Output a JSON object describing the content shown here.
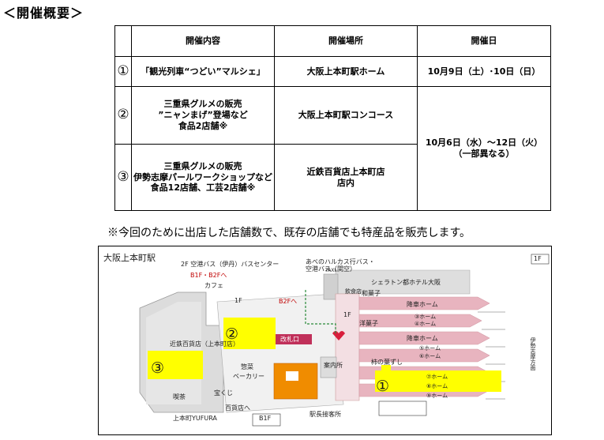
{
  "heading": "＜開催概要＞",
  "table": {
    "headers": [
      "開催内容",
      "開催場所",
      "開催日"
    ],
    "rows": [
      {
        "no": "①",
        "content": [
          "「観光列車“つどい”マルシェ」"
        ],
        "place": "大阪上本町駅ホーム",
        "date": "10月9日（土）･10日（日）"
      },
      {
        "no": "②",
        "content": [
          "三重県グルメの販売",
          "”ニャンまげ”登場など",
          "食品2店舗※"
        ],
        "place": "大阪上本町駅コンコース"
      },
      {
        "no": "③",
        "content": [
          "三重県グルメの販売",
          "伊勢志摩パールワークショップなど",
          "食品12店舗、工芸2店舗※"
        ],
        "place": [
          "近鉄百貨店上本町店",
          "店内"
        ]
      }
    ],
    "shared_date": [
      "10月6日（水）～12日（火）",
      "（一部異なる）"
    ]
  },
  "note": "※今回のために出店した店舗数で、既存の店舗でも特産品を販売します。",
  "map": {
    "title": "大阪上本町駅",
    "floor": "1F",
    "labels": {
      "bus_center": "2F 空港バス（伊丹）バスセンター",
      "harukas_bus": "あべのハルカス行バス・",
      "airport_bus": "空港バス（関空）",
      "b1f_b2f": "B1F・B2Fへ",
      "b2f": "B2Fへ",
      "cafe": "カフェ",
      "floor_left": "1F",
      "floor_mid": "1F",
      "taxi": "TAXI",
      "hotel": "シェラトン都ホテル大阪",
      "wagashi": "和菓子",
      "youwagashi": "洋菓子",
      "platform_boarding": "降車ホーム",
      "platform_alight": "降車ホーム",
      "home3": "③ホーム",
      "home4": "④ホーム",
      "home5": "⑤ホーム",
      "home6": "⑥ホーム",
      "home7": "⑦ホーム",
      "home8": "⑧ホーム",
      "home9": "⑨ホーム",
      "kakinoha": "柿の葉ずし",
      "gate": "改札口",
      "dept_store": "近鉄百貨店（上本町店）",
      "sozai": "惣菜",
      "bakery": "ベーカリー",
      "kissa": "喫茶",
      "takarakuji": "宝くじ",
      "to_dept": "百貨店へ",
      "yufura": "上本町YUFURA",
      "info": "案内所",
      "travel": "駅長接客所",
      "b1f_bottom": "B1F",
      "ise_shima": "伊勢志摩方面",
      "kitchen": "飲食店",
      "circle1": "①",
      "circle2": "②",
      "circle3": "③"
    },
    "colors": {
      "highlight": "#ffff00",
      "platform": "#e8b4bf",
      "concourse": "#f0e0e4",
      "gate": "#c0305a",
      "orange": "#f08c00",
      "gray": "#c8c8c8"
    }
  }
}
